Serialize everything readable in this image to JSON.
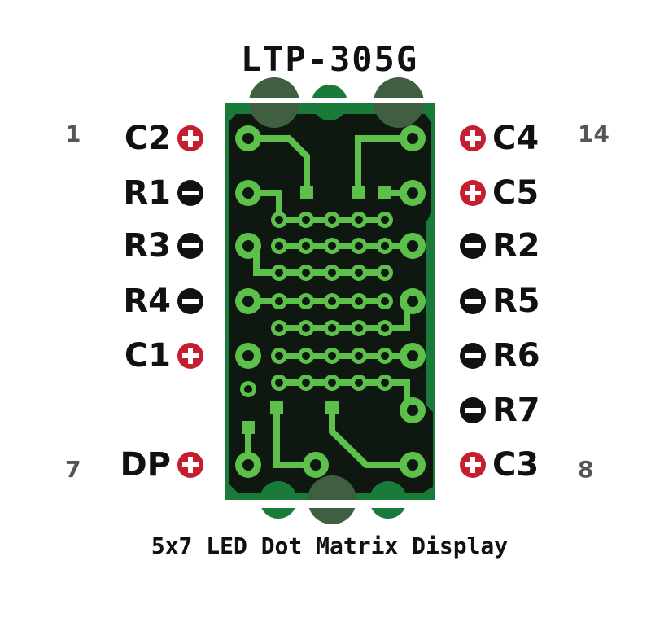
{
  "title": "LTP-305G",
  "caption": "5x7 LED Dot Matrix Display",
  "colors": {
    "anode": "#c41e30",
    "cathode": "#111111",
    "board": "#1a7a3a",
    "copper": "#5cc04a",
    "substrate": "#0e1710"
  },
  "left_pins": [
    {
      "label": "C2",
      "polarity": "plus-icon"
    },
    {
      "label": "R1",
      "polarity": "minus-icon"
    },
    {
      "label": "R3",
      "polarity": "minus-icon"
    },
    {
      "label": "R4",
      "polarity": "minus-icon"
    },
    {
      "label": "C1",
      "polarity": "plus-icon"
    },
    {
      "label": "DP",
      "polarity": "plus-icon"
    }
  ],
  "right_pins": [
    {
      "label": "C4",
      "polarity": "plus-icon"
    },
    {
      "label": "C5",
      "polarity": "plus-icon"
    },
    {
      "label": "R2",
      "polarity": "minus-icon"
    },
    {
      "label": "R5",
      "polarity": "minus-icon"
    },
    {
      "label": "R6",
      "polarity": "minus-icon"
    },
    {
      "label": "R7",
      "polarity": "minus-icon"
    },
    {
      "label": "C3",
      "polarity": "plus-icon"
    }
  ],
  "pin_numbers": {
    "top_left": "1",
    "bottom_left": "7",
    "top_right": "14",
    "bottom_right": "8"
  }
}
